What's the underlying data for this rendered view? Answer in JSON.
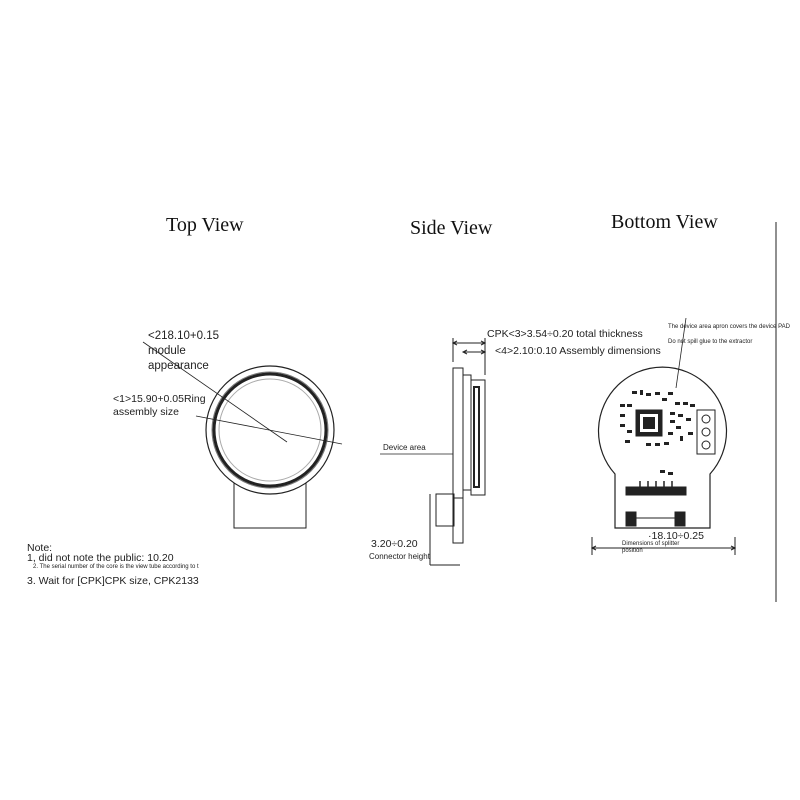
{
  "views": {
    "top": "Top View",
    "side": "Side View",
    "bottom": "Bottom View"
  },
  "top_view": {
    "module_dim_line1": "<218.10+0.15",
    "module_dim_line2": "module",
    "module_dim_line3": "appearance",
    "ring_dim_line1": "<1>15.90+0.05Ring",
    "ring_dim_line2": "assembly size"
  },
  "side_view": {
    "thickness": "CPK<3>3.54÷0.20 total thickness",
    "assembly": "<4>2.10:0.10 Assembly dimensions",
    "device_area": "Device area",
    "connector_dim": "3.20÷0.20",
    "connector_label": "Connector height"
  },
  "bottom_view": {
    "note1": "The device area apron covers the device PAD",
    "note2": "Do not spill glue to the extractor",
    "splitter_dim": "·18.10÷0.25",
    "splitter_label_line1": "Dimensions of splitter",
    "splitter_label_line2": "position"
  },
  "notes": {
    "title": "Note:",
    "line1": "1, did not note the public: 10.20",
    "line2": "2. The serial number of the core is the view tube according to t",
    "line3": "3. Wait for [CPK]CPK size, CPK2133"
  }
}
